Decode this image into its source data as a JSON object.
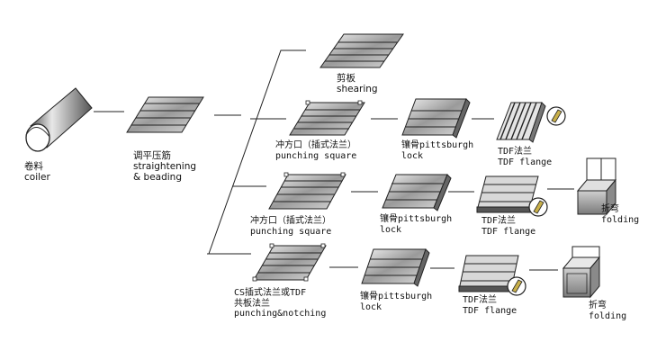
{
  "steps": {
    "coiler": {
      "zh": "卷料",
      "en": "coiler"
    },
    "straightening": {
      "zh": "调平压筋",
      "en1": "straightening",
      "en2": "& beading"
    },
    "shearing": {
      "zh": "剪板",
      "en": "shearing"
    },
    "punching1": {
      "zh": "冲方口（插式法兰）",
      "en": "punching square"
    },
    "pittsburgh1": {
      "zh": "镶骨pittsburgh",
      "en": "lock"
    },
    "tdf1": {
      "zh": "TDF法兰",
      "en": "TDF flange"
    },
    "punching2": {
      "zh": "冲方口（插式法兰）",
      "en": "punching square"
    },
    "pittsburgh2": {
      "zh": "镶骨pittsburgh",
      "en": "lock"
    },
    "tdf2": {
      "zh": "TDF法兰",
      "en": "TDF flange"
    },
    "folding2": {
      "zh": "折弯",
      "en": "folding"
    },
    "notching": {
      "zh1": "CS插式法兰或TDF",
      "zh2": "共板法兰",
      "en": "punching&notching"
    },
    "pittsburgh3": {
      "zh": "镶骨pittsburgh",
      "en": "lock"
    },
    "tdf3": {
      "zh": "TDF法兰",
      "en": "TDF flange"
    },
    "folding3": {
      "zh": "折弯",
      "en": "folding"
    }
  }
}
